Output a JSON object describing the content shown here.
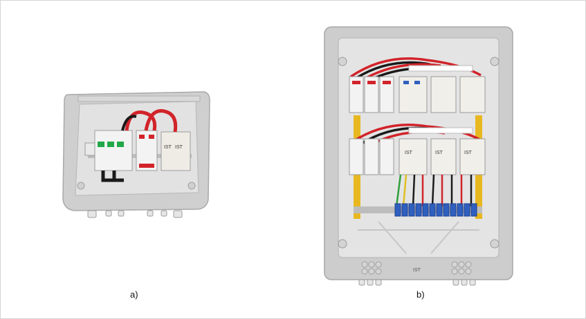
{
  "figure": {
    "panels": [
      {
        "caption": "a)",
        "label": "IST"
      },
      {
        "caption": "b)",
        "label": "IST"
      }
    ]
  },
  "colors": {
    "enclosure": "#cfcfcf",
    "enclosure_inner": "#e6e6e6",
    "wire_red": "#d2232a",
    "wire_black": "#1a1a1a",
    "rail_yellow": "#e8b820",
    "terminal_blue": "#2f5fbf"
  }
}
